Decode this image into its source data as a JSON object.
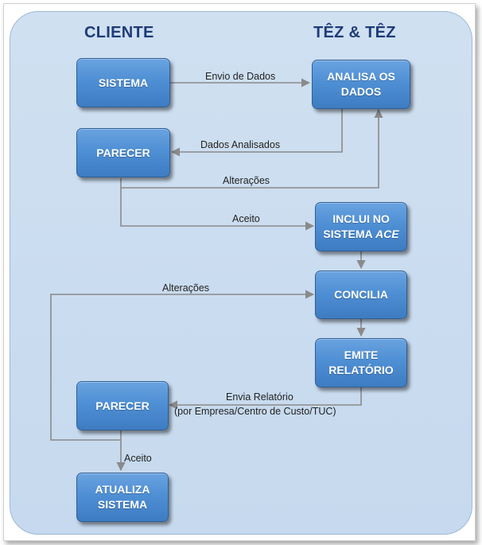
{
  "headers": {
    "client": "CLIENTE",
    "company": "TÊZ & TÊZ"
  },
  "boxes": {
    "sistema": "SISTEMA",
    "analisa_line1": "ANALISA OS",
    "analisa_line2": "DADOS",
    "parecer_top": "PARECER",
    "inclui_line1": "INCLUI NO",
    "inclui_line2_a": "SISTEMA ",
    "inclui_line2_b": "ACE",
    "concilia": "CONCILIA",
    "emite_line1": "EMITE",
    "emite_line2": "RELATÓRIO",
    "parecer_bottom": "PARECER",
    "atualiza_line1": "ATUALIZA",
    "atualiza_line2": "SISTEMA"
  },
  "labels": {
    "envio": "Envio de Dados",
    "dados_analisados": "Dados Analisados",
    "alteracoes_top": "Alterações",
    "aceito_top": "Aceito",
    "alteracoes_bottom": "Alterações",
    "envia_relatorio_line1": "Envia Relatório",
    "envia_relatorio_line2": "(por Empresa/Centro de Custo/TUC)",
    "aceito_bottom": "Aceito"
  },
  "colors": {
    "box_fill": "#4f8fd4",
    "header_text": "#1f3b78",
    "arrow": "#8a8a8a",
    "panel": "#c9dcf0"
  }
}
